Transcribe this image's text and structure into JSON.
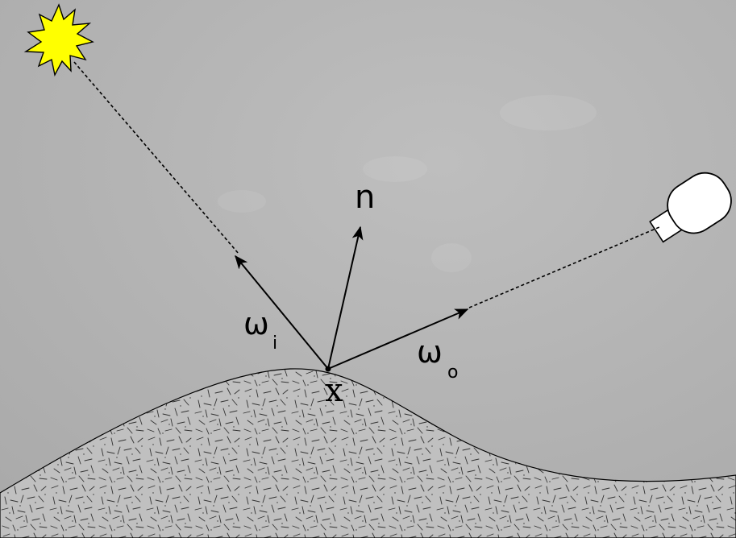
{
  "labels": {
    "normal": "n",
    "incoming": "ω",
    "incoming_sub": "i",
    "outgoing": "ω",
    "outgoing_sub": "o",
    "point": "x"
  },
  "colors": {
    "background": "#b4b4b4",
    "sun_fill": "#ffff00",
    "surface_fill": "#c0c0c0",
    "camera_fill": "#ffffff",
    "ink": "#000000"
  },
  "icons": {
    "light": "sun-icon",
    "viewer": "camera-icon"
  }
}
